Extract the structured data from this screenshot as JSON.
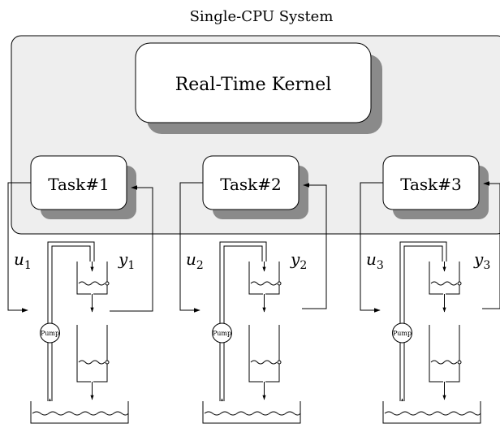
{
  "title": "Single-CPU System",
  "kernel_label": "Real-Time Kernel",
  "tasks": [
    {
      "label": "Task#1",
      "u": "u",
      "u_sub": "1",
      "y": "y",
      "y_sub": "1",
      "pump": "Pump"
    },
    {
      "label": "Task#2",
      "u": "u",
      "u_sub": "2",
      "y": "y",
      "y_sub": "2",
      "pump": "Pump"
    },
    {
      "label": "Task#3",
      "u": "u",
      "u_sub": "3",
      "y": "y",
      "y_sub": "3",
      "pump": "Pump"
    }
  ],
  "colors": {
    "system_fill": "#eeeeee",
    "shadow": "#8a8a8a",
    "box_fill": "#ffffff",
    "line": "#000000"
  }
}
